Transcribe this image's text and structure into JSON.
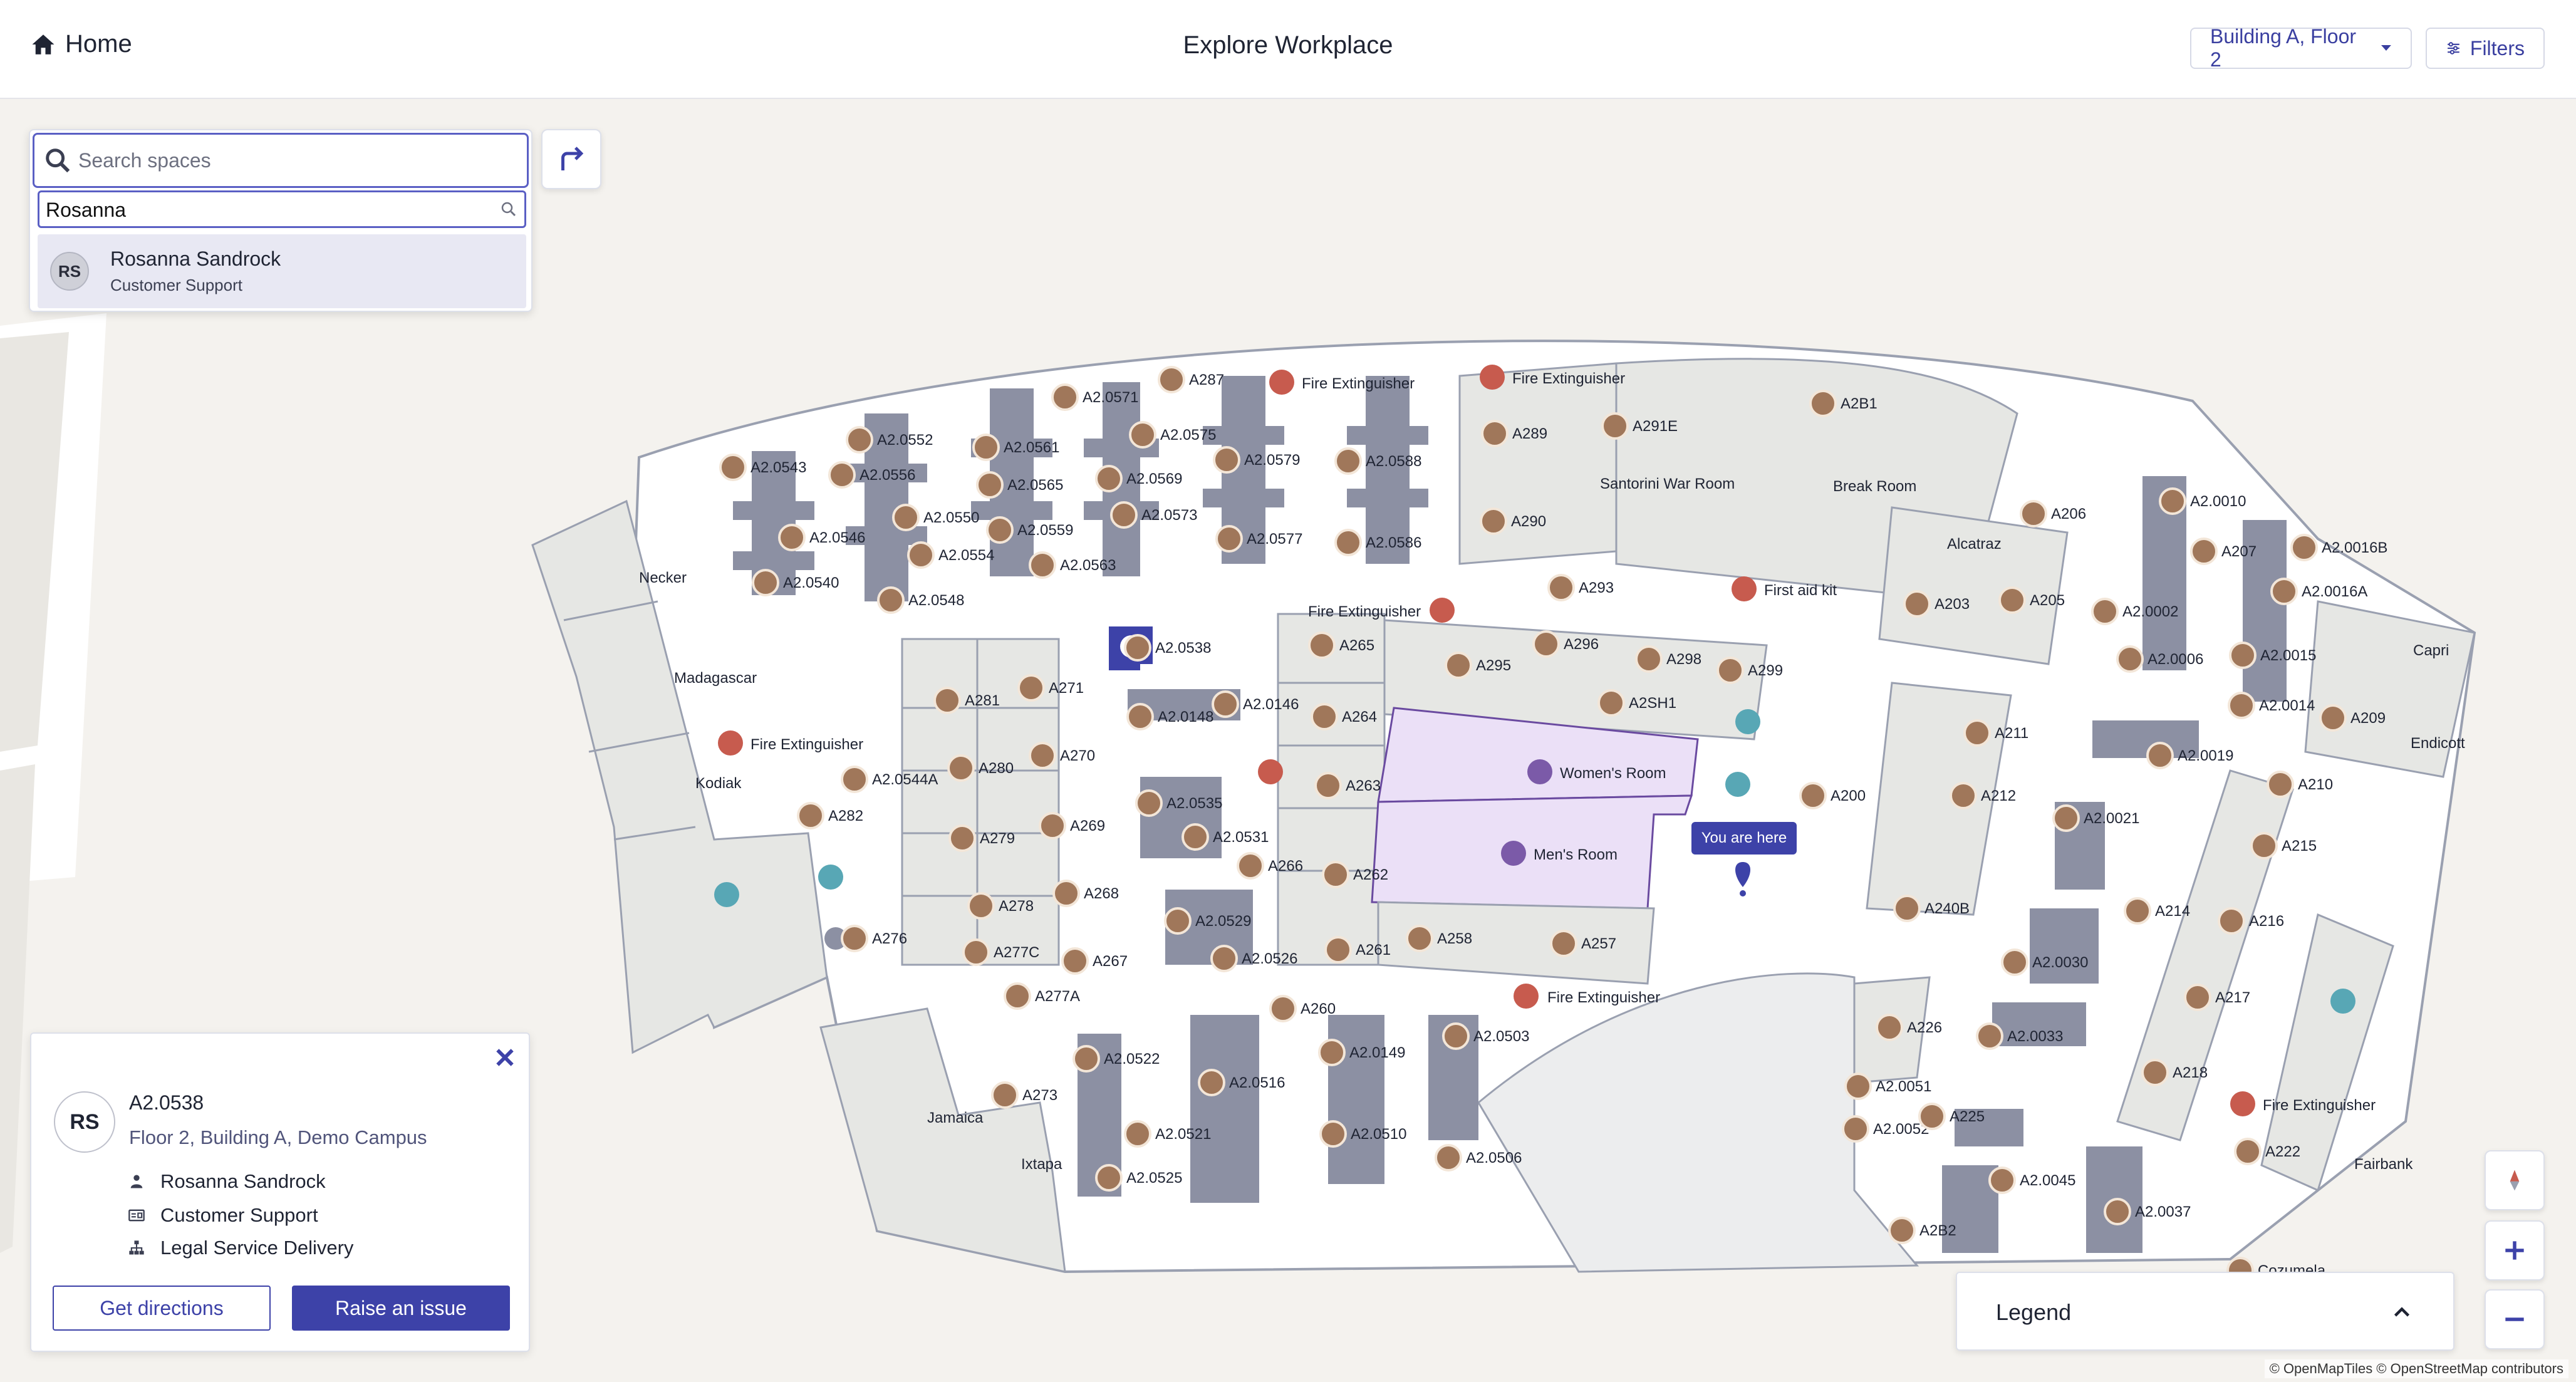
{
  "header": {
    "home_label": "Home",
    "title": "Explore Workplace",
    "building_selector": "Building A, Floor 2",
    "filters_label": "Filters"
  },
  "search": {
    "placeholder": "Search spaces",
    "query": "Rosanna",
    "results": [
      {
        "initials": "RS",
        "name": "Rosanna Sandrock",
        "department": "Customer Support"
      }
    ]
  },
  "detail": {
    "initials": "RS",
    "space_code": "A2.0538",
    "location": "Floor 2, Building A, Demo Campus",
    "person": "Rosanna Sandrock",
    "department": "Customer Support",
    "group": "Legal Service Delivery",
    "directions_label": "Get directions",
    "issue_label": "Raise an issue"
  },
  "map": {
    "you_are_here": "You are here",
    "rooms": [
      "Necker",
      "Madagascar",
      "Kodiak",
      "Jamaica",
      "Ixtapa",
      "Capri",
      "Endicott",
      "Fairbank",
      "Alcatraz",
      "Santorini War Room",
      "Break Room",
      "Women's Room",
      "Men's Room",
      "First aid kit",
      "Fire Extinguisher",
      "Fire Extinguisher",
      "Fire Extinguisher",
      "Fire Extinguisher",
      "Fire Extinguisher",
      "Fire Extinguisher"
    ],
    "desks": [
      "A2.0543",
      "A2.0552",
      "A2.0556",
      "A2.0561",
      "A2.0571",
      "A2.0575",
      "A287",
      "A2.0565",
      "A2.0569",
      "A2.0579",
      "A2.0588",
      "A2.0546",
      "A2.0550",
      "A2.0559",
      "A2.0573",
      "A2.0577",
      "A2.0586",
      "A2.0554",
      "A2.0563",
      "A2.0540",
      "A2.0548",
      "A289",
      "A291E",
      "A2B1",
      "A290",
      "A293",
      "A2.0538",
      "A265",
      "A295",
      "A296",
      "A298",
      "A299",
      "A271",
      "A281",
      "A2.0148",
      "A2.0146",
      "A264",
      "A2SH1",
      "A270",
      "A280",
      "A2.0544A",
      "A263",
      "A282",
      "A269",
      "A279",
      "A2.0535",
      "A2.0531",
      "A266",
      "A262",
      "A278",
      "A268",
      "A2.0529",
      "A277C",
      "A267",
      "A2.0526",
      "A261",
      "A258",
      "A257",
      "A277A",
      "A276",
      "A260",
      "A2.0503",
      "A273",
      "A2.0522",
      "A2.0516",
      "A2.0149",
      "A2.0521",
      "A2.0510",
      "A2.0525",
      "A2.0506",
      "A200",
      "A206",
      "A2.0010",
      "A2.0016B",
      "A207",
      "A203",
      "A205",
      "A2.0002",
      "A2.0016A",
      "A2.0006",
      "A2.0015",
      "A2.0014",
      "A209",
      "A211",
      "A2.0019",
      "A210",
      "A212",
      "A2.0021",
      "A215",
      "A240B",
      "A214",
      "A216",
      "A2.0030",
      "A217",
      "A226",
      "A2.0033",
      "A218",
      "A2.0051",
      "A2.0052",
      "A225",
      "A222",
      "A2.0045",
      "A2.0037",
      "A2B2",
      "Cozumela"
    ]
  },
  "legend": {
    "label": "Legend"
  },
  "attribution": "© OpenMapTiles © OpenStreetMap contributors",
  "colors": {
    "accent": "#3d42a8",
    "desk_marker": "#a0775a",
    "fire": "#c75b4e",
    "restroom": "#ebe0f7",
    "teal": "#58a7b5"
  }
}
